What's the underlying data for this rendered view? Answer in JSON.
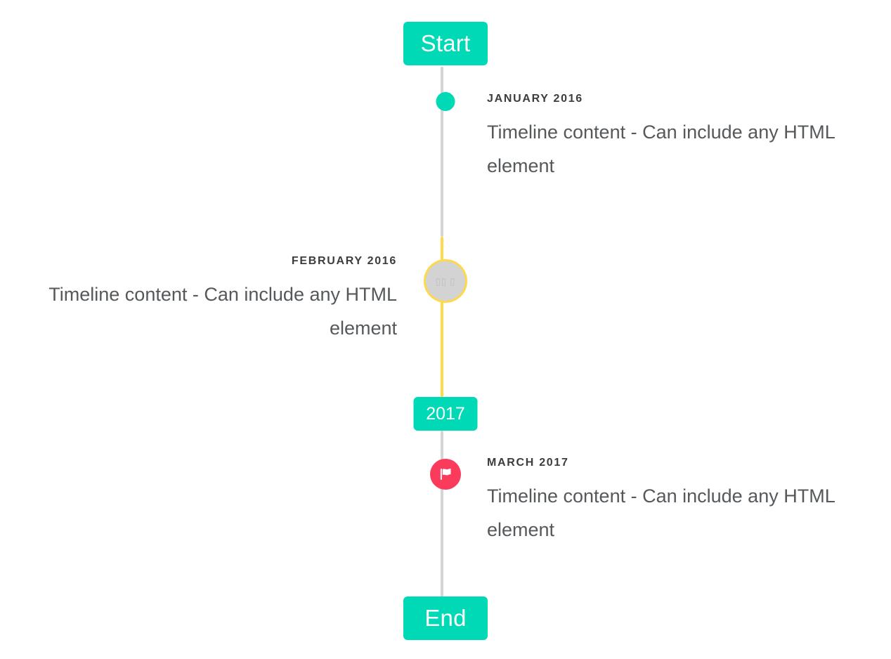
{
  "timeline": {
    "start_badge": {
      "label": "Start"
    },
    "year_badge": {
      "label": "2017"
    },
    "end_badge": {
      "label": "End"
    },
    "entries": [
      {
        "id": "january-2016",
        "date": "January 2016",
        "body": "Timeline content - Can include any HTML element",
        "side": "right",
        "marker": "dot-icon",
        "marker_color": "#00d9b6"
      },
      {
        "id": "february-2016",
        "date": "February 2016",
        "body": "Timeline content - Can include any HTML element",
        "side": "left",
        "marker": "broken-image-icon",
        "marker_color": "#d3d3d3",
        "marker_ring_color": "#fdd94b",
        "marker_placeholder_glyph": "▯▯ ▯"
      },
      {
        "id": "march-2017",
        "date": "March 2017",
        "body": "Timeline content - Can include any HTML element",
        "side": "right",
        "marker": "flag-icon",
        "marker_color": "#fb3b5c"
      }
    ],
    "colors": {
      "accent_teal": "#00d9b6",
      "rail_gray": "#d5d5d5",
      "rail_yellow": "#fdd94b",
      "marker_pink": "#fb3b5c",
      "date_text": "#3c3c3c",
      "body_text": "#55595c"
    }
  }
}
